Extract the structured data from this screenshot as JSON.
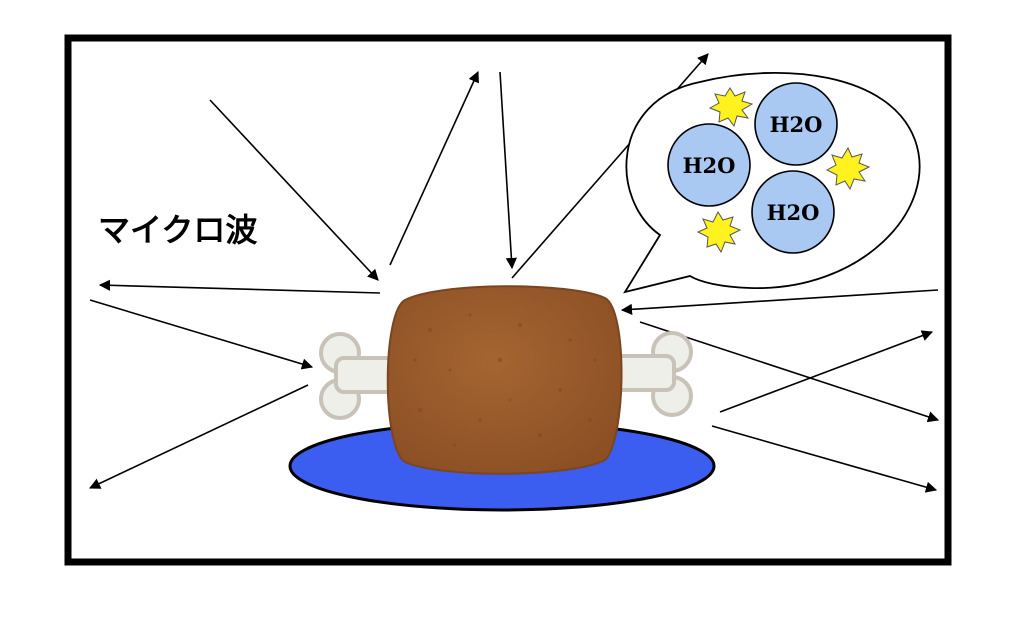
{
  "diagram": {
    "wave_label": "マイクロ波",
    "molecules": [
      {
        "label": "H2O"
      },
      {
        "label": "H2O"
      },
      {
        "label": "H2O"
      }
    ]
  },
  "colors": {
    "frame": "#000000",
    "plate": "#3b5ef0",
    "meat": "#9a5a2a",
    "bone": "#efefe9",
    "molecule": "#a9c8f2",
    "spark": "#fff21e"
  }
}
